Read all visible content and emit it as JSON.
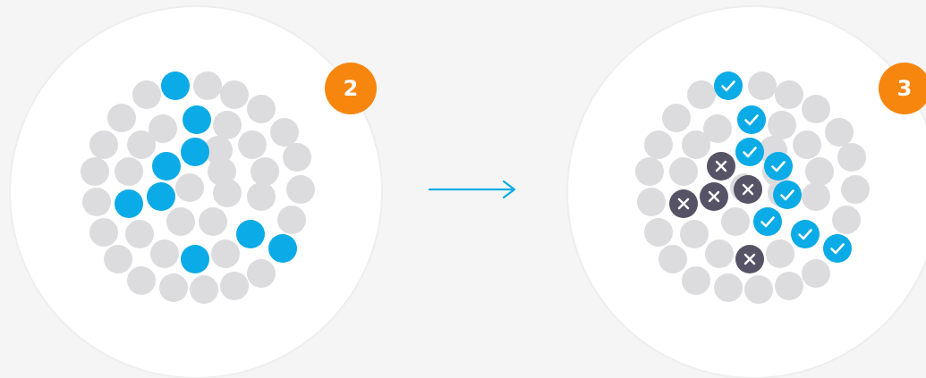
{
  "colors": {
    "background": "#f5f5f5",
    "panel": "#ffffff",
    "dot_default": "#dcdcdf",
    "dot_selected": "#0aabe6",
    "dot_rejected": "#565366",
    "badge": "#f7860f",
    "arrow": "#0aabe6"
  },
  "steps": [
    {
      "number": "2",
      "state": "selection"
    },
    {
      "number": "3",
      "state": "evaluation"
    }
  ],
  "icons": {
    "check": "check-icon",
    "cross": "cross-icon",
    "arrow": "arrow-right-icon"
  }
}
